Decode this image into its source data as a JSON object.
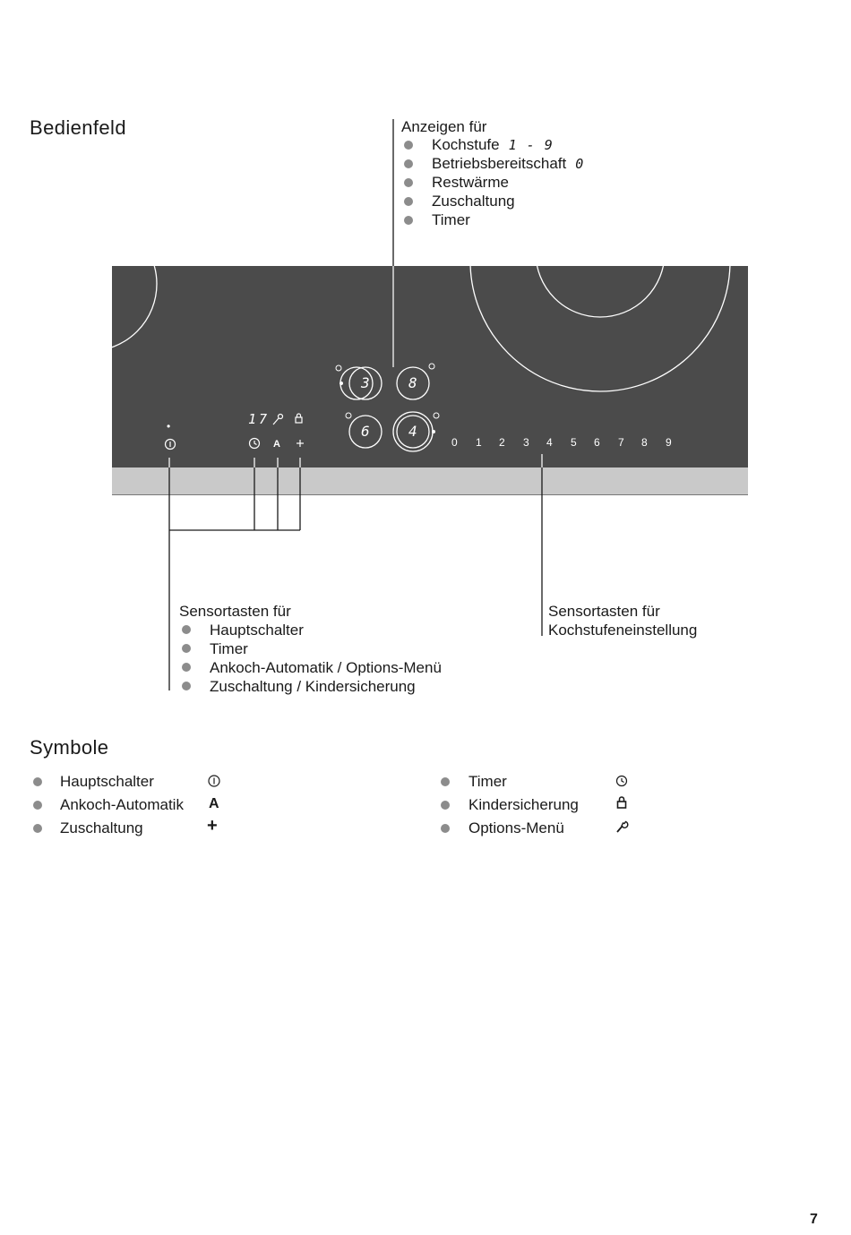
{
  "headings": {
    "bedienfeld": "Bedienfeld",
    "symbole": "Symbole"
  },
  "anzeigen": {
    "title": "Anzeigen für",
    "items": [
      "Kochstufe",
      "Betriebsbereitschaft",
      "Restwärme",
      "Zuschaltung",
      "Timer"
    ],
    "kochstufe_range": "1 - 9",
    "bereitschaft_digit": "0"
  },
  "panel": {
    "zone_displays": [
      "3",
      "8",
      "6",
      "4"
    ],
    "timer_display": "17",
    "power_dot": "•",
    "scale": [
      "0",
      "1",
      "2",
      "3",
      "4",
      "5",
      "6",
      "7",
      "8",
      "9"
    ]
  },
  "sensor_left": {
    "title": "Sensortasten für",
    "items": [
      "Hauptschalter",
      "Timer",
      "Ankoch-Automatik / Options-Menü",
      "Zuschaltung / Kindersicherung"
    ]
  },
  "sensor_right": {
    "line1": "Sensortasten für",
    "line2": "Kochstufeneinstellung"
  },
  "symbols": {
    "left": [
      {
        "label": "Hauptschalter",
        "icon": "power-icon"
      },
      {
        "label": "Ankoch-Automatik",
        "icon": "letter-a-icon",
        "glyph": "A"
      },
      {
        "label": "Zuschaltung",
        "icon": "plus-icon",
        "glyph": "+"
      }
    ],
    "right": [
      {
        "label": "Timer",
        "icon": "clock-icon"
      },
      {
        "label": "Kindersicherung",
        "icon": "lock-icon"
      },
      {
        "label": "Options-Menü",
        "icon": "wrench-icon"
      }
    ]
  },
  "colors": {
    "panel": "#4b4b4b",
    "strip": "#c9c9c9",
    "bullet": "#8c8c8c"
  },
  "page_number": "7"
}
